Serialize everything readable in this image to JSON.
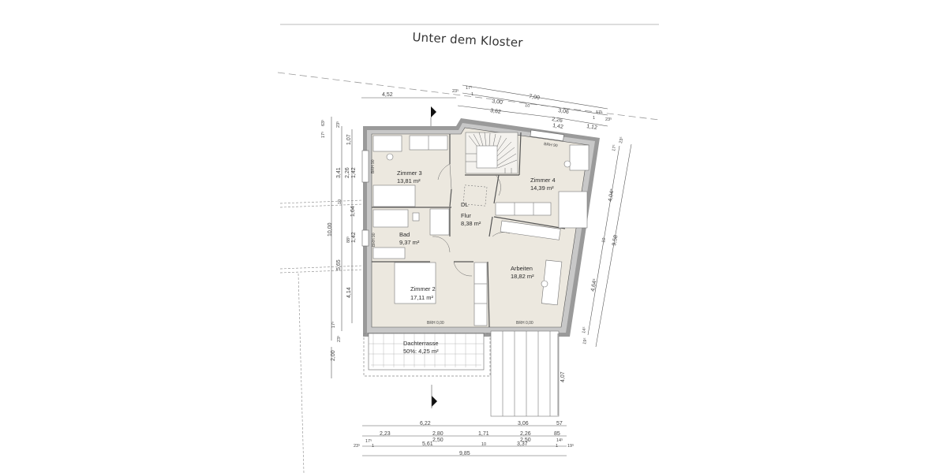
{
  "title": "Unter dem Kloster",
  "colors": {
    "floor": "#ece8df",
    "wall_outer": "#9a9a9a",
    "wall_inner": "#c8c8c8",
    "line": "#555555",
    "background": "#ffffff"
  },
  "rooms": [
    {
      "name": "Zimmer 3",
      "area": "13,81 m²"
    },
    {
      "name": "Zimmer 4",
      "area": "14,39 m²"
    },
    {
      "name": "Flur",
      "area": "8,38 m²",
      "note": "DL"
    },
    {
      "name": "Bad",
      "area": "9,37 m²"
    },
    {
      "name": "Zimmer 2",
      "area": "17,11 m²"
    },
    {
      "name": "Arbeiten",
      "area": "18,82 m²"
    },
    {
      "name": "Dachterrasse",
      "area": "50%: 4,25 m²"
    }
  ],
  "brh_labels": {
    "zimmer3": "BRH 90",
    "zimmer4": "BRH 90",
    "bad": "BRH 90",
    "zimmer2": "BRH 0,00",
    "arbeiten": "BRH 0,00"
  },
  "dimensions": {
    "top": {
      "left_segment": "4,52",
      "offset_a": "23⁵",
      "offset_b": "17⁵",
      "one": "1",
      "overall": "7,00",
      "seg_300": "3,00",
      "ten": "10",
      "seg_306": "3,06",
      "seg_362": "3,62",
      "seg_226": "2,26",
      "seg_142": "1,42",
      "seg_112": "1,12",
      "right_175": "17⁵",
      "right_1": "1",
      "right_235": "23⁵"
    },
    "left": {
      "top_635": "63⁵",
      "top_175": "17⁵",
      "top_235": "23⁵",
      "one": "1",
      "seg_107": "1,07",
      "seg_341": "3,41",
      "seg_226": "2,26",
      "seg_142a": "1,42",
      "ten": "10",
      "seg_164": "1,64",
      "overall": "10,00",
      "seg_885": "88⁵",
      "seg_142b": "1,42",
      "seg_565": "5,65",
      "seg_414": "4,14",
      "bottom_175": "17⁵",
      "bottom_235": "23⁵",
      "one_b": "1",
      "terrace": "2,00"
    },
    "right": {
      "top_175": "17⁵",
      "top_235": "23⁵",
      "one": "1",
      "seg_4045": "4,04⁵",
      "ten": "10",
      "overall": "9,58",
      "seg_4645": "4,64⁵",
      "bottom_145": "14⁵",
      "bottom_195": "19⁵",
      "one_b": "1",
      "deck": "4,07"
    },
    "bottom": {
      "row1": [
        "6,22",
        "3,06",
        "57"
      ],
      "row2": [
        "2,23",
        "2,80",
        "1,71",
        "2,26",
        "85"
      ],
      "row2b": [
        "2,50",
        "2,50"
      ],
      "row3_left": [
        "23⁵",
        "17⁵",
        "1"
      ],
      "row3": [
        "5,61",
        "10",
        "3,37"
      ],
      "row3_right": [
        "14⁵",
        "1",
        "19⁵"
      ],
      "overall": "9,85"
    }
  }
}
